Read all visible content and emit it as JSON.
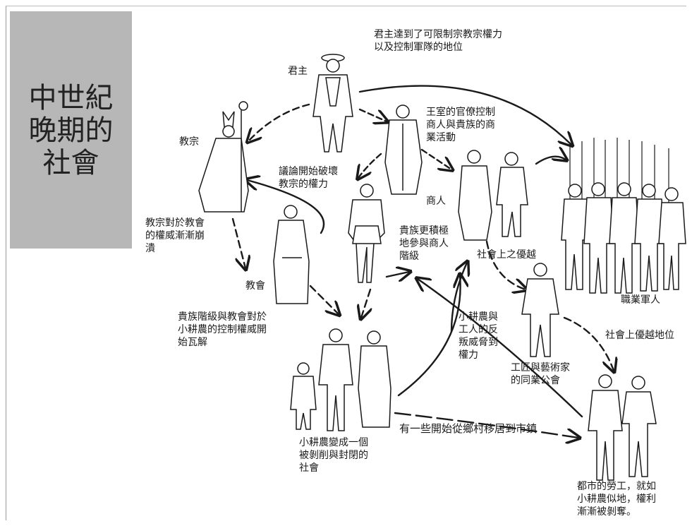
{
  "title": [
    "中世紀",
    "晚期的",
    "社會"
  ],
  "labels": {
    "monarch": "君主",
    "monarch_note": "君主達到了可限制宗教宗權力\n以及控制軍隊的地位",
    "royal_note": "王室的官僚控制\n商人與貴族的商\n業活動",
    "pope": "教宗",
    "debate_note": "議論開始破壞\n教宗的權力",
    "merchant": "商人",
    "pope_decline": "教宗對於教會\n的權威漸漸崩\n潰",
    "noble_note": "貴族更積極\n地參與商人\n階級",
    "church": "教會",
    "social_superior": "社會上之優越",
    "soldiers": "職業軍人",
    "control_collapse": "貴族階級與教會對於\n小耕農的控制權威開\n始瓦解",
    "revolt_note": "小耕農與\n工人的反\n叛威脅到\n權力",
    "social_status": "社會上優越地位",
    "guild": "工匠與藝術家\n的同業公會",
    "migration": "有一些開始從鄉村移居到市鎮",
    "peasant_note": "小耕農變成一個\n被剝削與封閉的\n社會",
    "workers_note": "都市的勞工，就如\n小耕農似地，權利\n漸漸被剝奪。"
  },
  "colors": {
    "title_bg": "#b7b7b7",
    "ink": "#1a1a1a"
  }
}
